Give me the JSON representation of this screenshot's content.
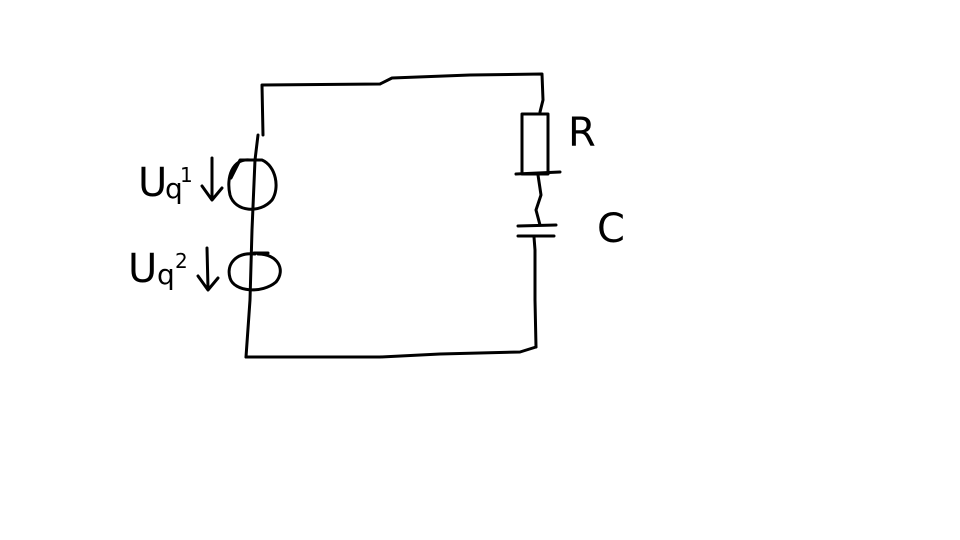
{
  "sources": [
    {
      "label_main": "U",
      "label_sub": "q",
      "label_idx": "1"
    },
    {
      "label_main": "U",
      "label_sub": "q",
      "label_idx": "2"
    }
  ],
  "resistor": {
    "label": "R"
  },
  "capacitor": {
    "label": "C"
  },
  "colors": {
    "stroke": "#000000",
    "background": "#ffffff"
  }
}
